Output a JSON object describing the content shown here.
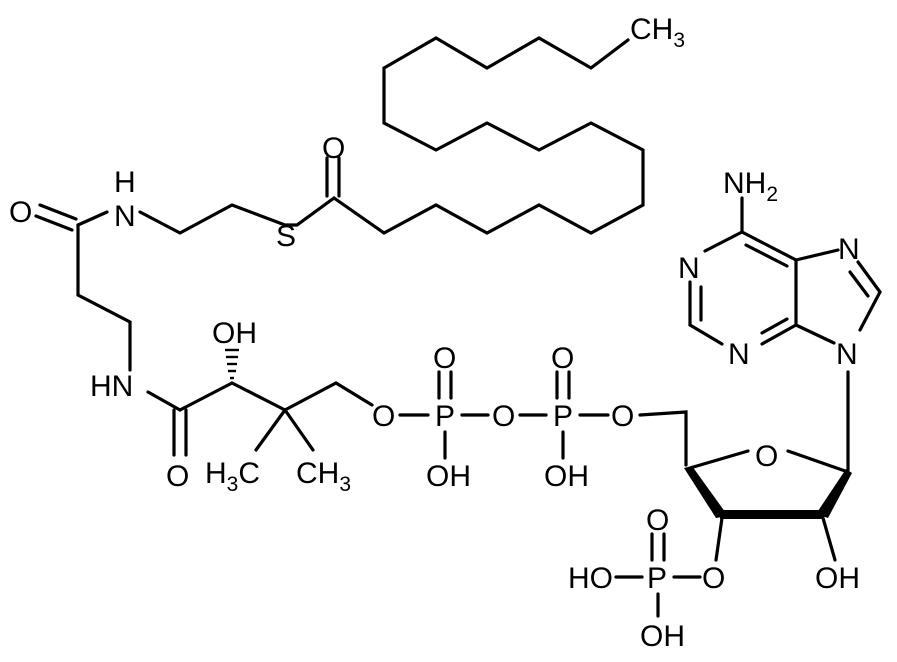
{
  "molecule": {
    "atoms": {
      "o_amide1": "O",
      "nh_1": "H",
      "nh_1n": "N",
      "s": "S",
      "o_thioester": "O",
      "ch3_top": "CH3",
      "n_amino": "NH2",
      "n_purine1": "N",
      "n_purine3": "N",
      "n_purine7": "N",
      "n_purine9": "N",
      "nh_2": "HN",
      "oh_chiral": "OH",
      "o_amide2": "O",
      "me_left": "H3C",
      "me_right": "CH3",
      "o_ester1": "O",
      "p1": "P",
      "p1_o": "O",
      "p1_oh": "OH",
      "o_bridge": "O",
      "p2": "P",
      "p2_o": "O",
      "p2_oh": "OH",
      "o_ester2": "O",
      "o_ring": "O",
      "o_3p": "O",
      "p3": "P",
      "p3_o": "O",
      "p3_oh1": "HO",
      "p3_oh2": "OH",
      "oh_2p": "OH"
    }
  }
}
